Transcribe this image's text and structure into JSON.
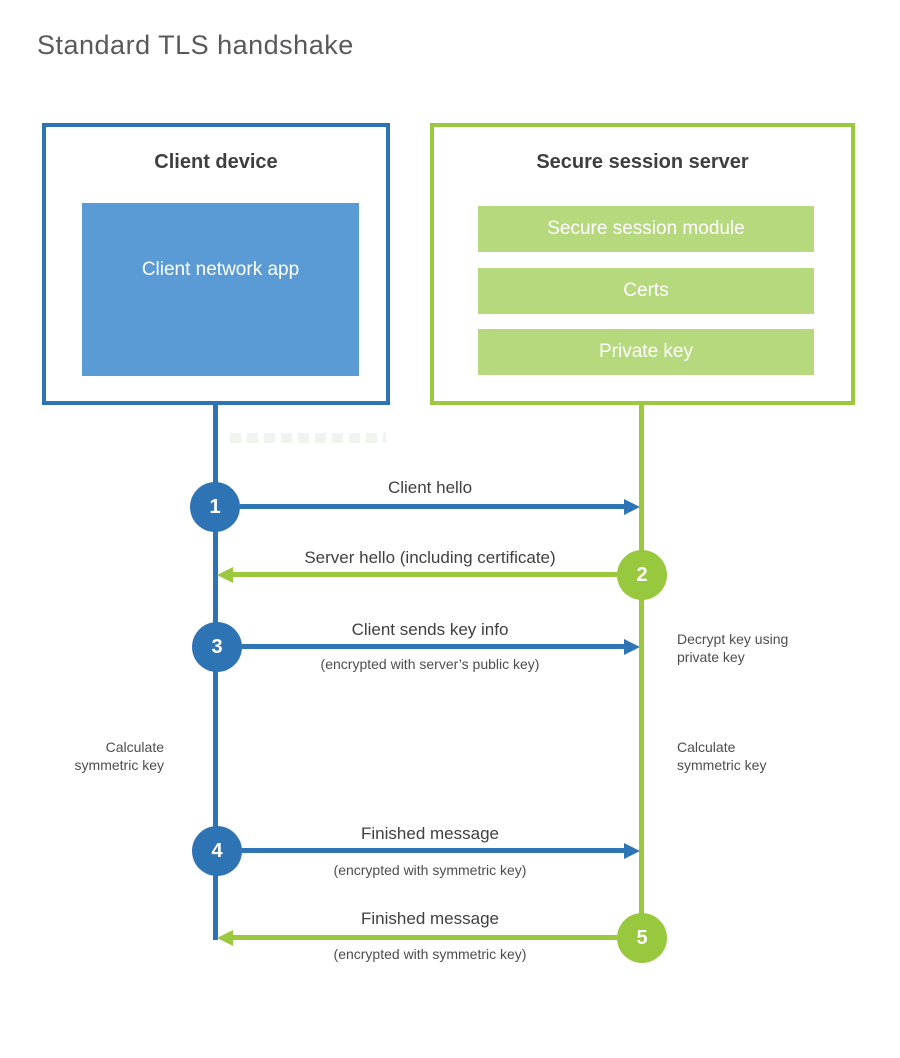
{
  "title": "Standard TLS handshake",
  "colors": {
    "client_blue": "#2e74b5",
    "client_fill_blue": "#5b9bd5",
    "server_green": "#9cc83e",
    "server_fill_green": "#b6d97e",
    "heading_text": "#3f3f3f",
    "title_text": "#58595b",
    "label_text": "#404040",
    "white": "#ffffff"
  },
  "client": {
    "title": "Client device",
    "app_label": "Client network app"
  },
  "server": {
    "title": "Secure session server",
    "modules": [
      "Secure session module",
      "Certs",
      "Private key"
    ]
  },
  "flows": [
    {
      "step": "1",
      "direction": "right",
      "color": "blue",
      "label": "Client hello",
      "sublabel": ""
    },
    {
      "step": "2",
      "direction": "left",
      "color": "green",
      "label": "Server hello (including certificate)",
      "sublabel": ""
    },
    {
      "step": "3",
      "direction": "right",
      "color": "blue",
      "label": "Client sends key info",
      "sublabel": "(encrypted with server’s public key)"
    },
    {
      "step": "4",
      "direction": "right",
      "color": "blue",
      "label": "Finished message",
      "sublabel": "(encrypted with symmetric key)"
    },
    {
      "step": "5",
      "direction": "left",
      "color": "green",
      "label": "Finished message",
      "sublabel": "(encrypted with symmetric key)"
    }
  ],
  "annotations": {
    "decrypt": "Decrypt key using private key",
    "calc_left": "Calculate symmetric key",
    "calc_right": "Calculate symmetric key"
  }
}
